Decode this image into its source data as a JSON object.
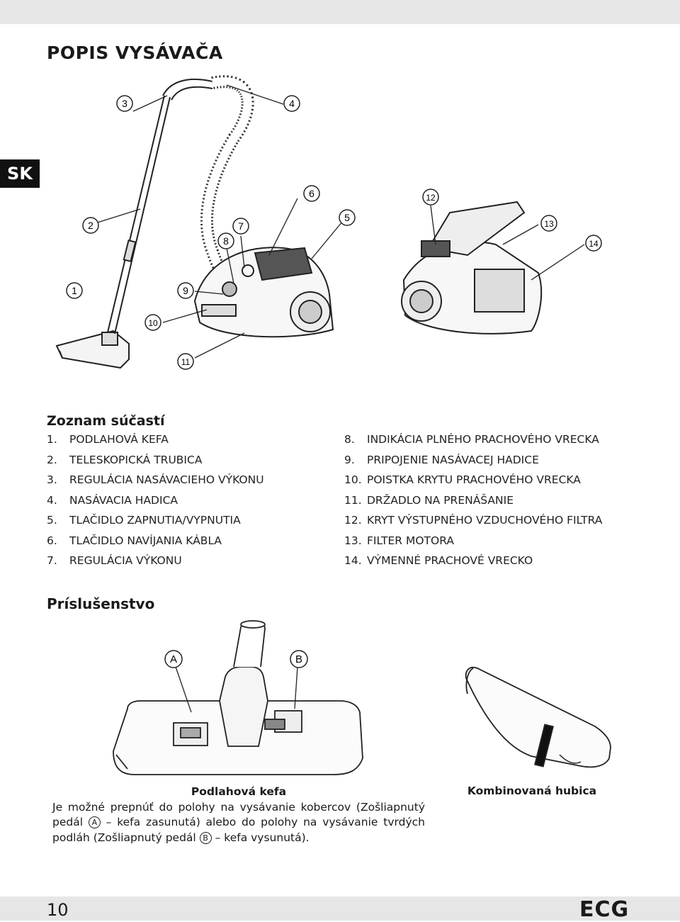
{
  "language_tab": "SK",
  "title": "POPIS VYSÁVAČA",
  "callouts": [
    "1",
    "2",
    "3",
    "4",
    "5",
    "6",
    "7",
    "8",
    "9",
    "10",
    "11",
    "12",
    "13",
    "14"
  ],
  "accessory_callouts": [
    "A",
    "B"
  ],
  "parts_heading": "Zoznam súčastí",
  "parts": [
    {
      "num": "1.",
      "label": "PODLAHOVÁ KEFA"
    },
    {
      "num": "2.",
      "label": "TELESKOPICKÁ TRUBICA"
    },
    {
      "num": "3.",
      "label": "REGULÁCIA NASÁVACIEHO VÝKONU"
    },
    {
      "num": "4.",
      "label": "NASÁVACIA HADICA"
    },
    {
      "num": "5.",
      "label": "TLAČIDLO ZAPNUTIA/VYPNUTIA"
    },
    {
      "num": "6.",
      "label": "TLAČIDLO NAVÍJANIA KÁBLA"
    },
    {
      "num": "7.",
      "label": "REGULÁCIA VÝKONU"
    },
    {
      "num": "8.",
      "label": "INDIKÁCIA PLNÉHO PRACHOVÉHO VRECKA"
    },
    {
      "num": "9.",
      "label": "PRIPOJENIE NASÁVACEJ HADICE"
    },
    {
      "num": "10.",
      "label": "POISTKA KRYTU PRACHOVÉHO VRECKA"
    },
    {
      "num": "11.",
      "label": "DRŽADLO NA PRENÁŠANIE"
    },
    {
      "num": "12.",
      "label": "KRYT VÝSTUPNÉHO VZDUCHOVÉHO FILTRA"
    },
    {
      "num": "13.",
      "label": "FILTER MOTORA"
    },
    {
      "num": "14.",
      "label": "VÝMENNÉ PRACHOVÉ VRECKO"
    }
  ],
  "accessories_heading": "Príslušenstvo",
  "floor_brush": {
    "title": "Podlahová kefa",
    "text_1": "Je možné prepnúť do polohy na vysávanie kobercov (Zošliapnutý pedál",
    "marker_a": "A",
    "text_2": "– kefa zasunutá) alebo do polohy na vysávanie tvrdých podláh (Zošliapnutý pedál",
    "marker_b": "B",
    "text_3": "– kefa vysunutá)."
  },
  "crevice_tool": {
    "title": "Kombinovaná hubica"
  },
  "page_number": "10",
  "brand": "ECG"
}
